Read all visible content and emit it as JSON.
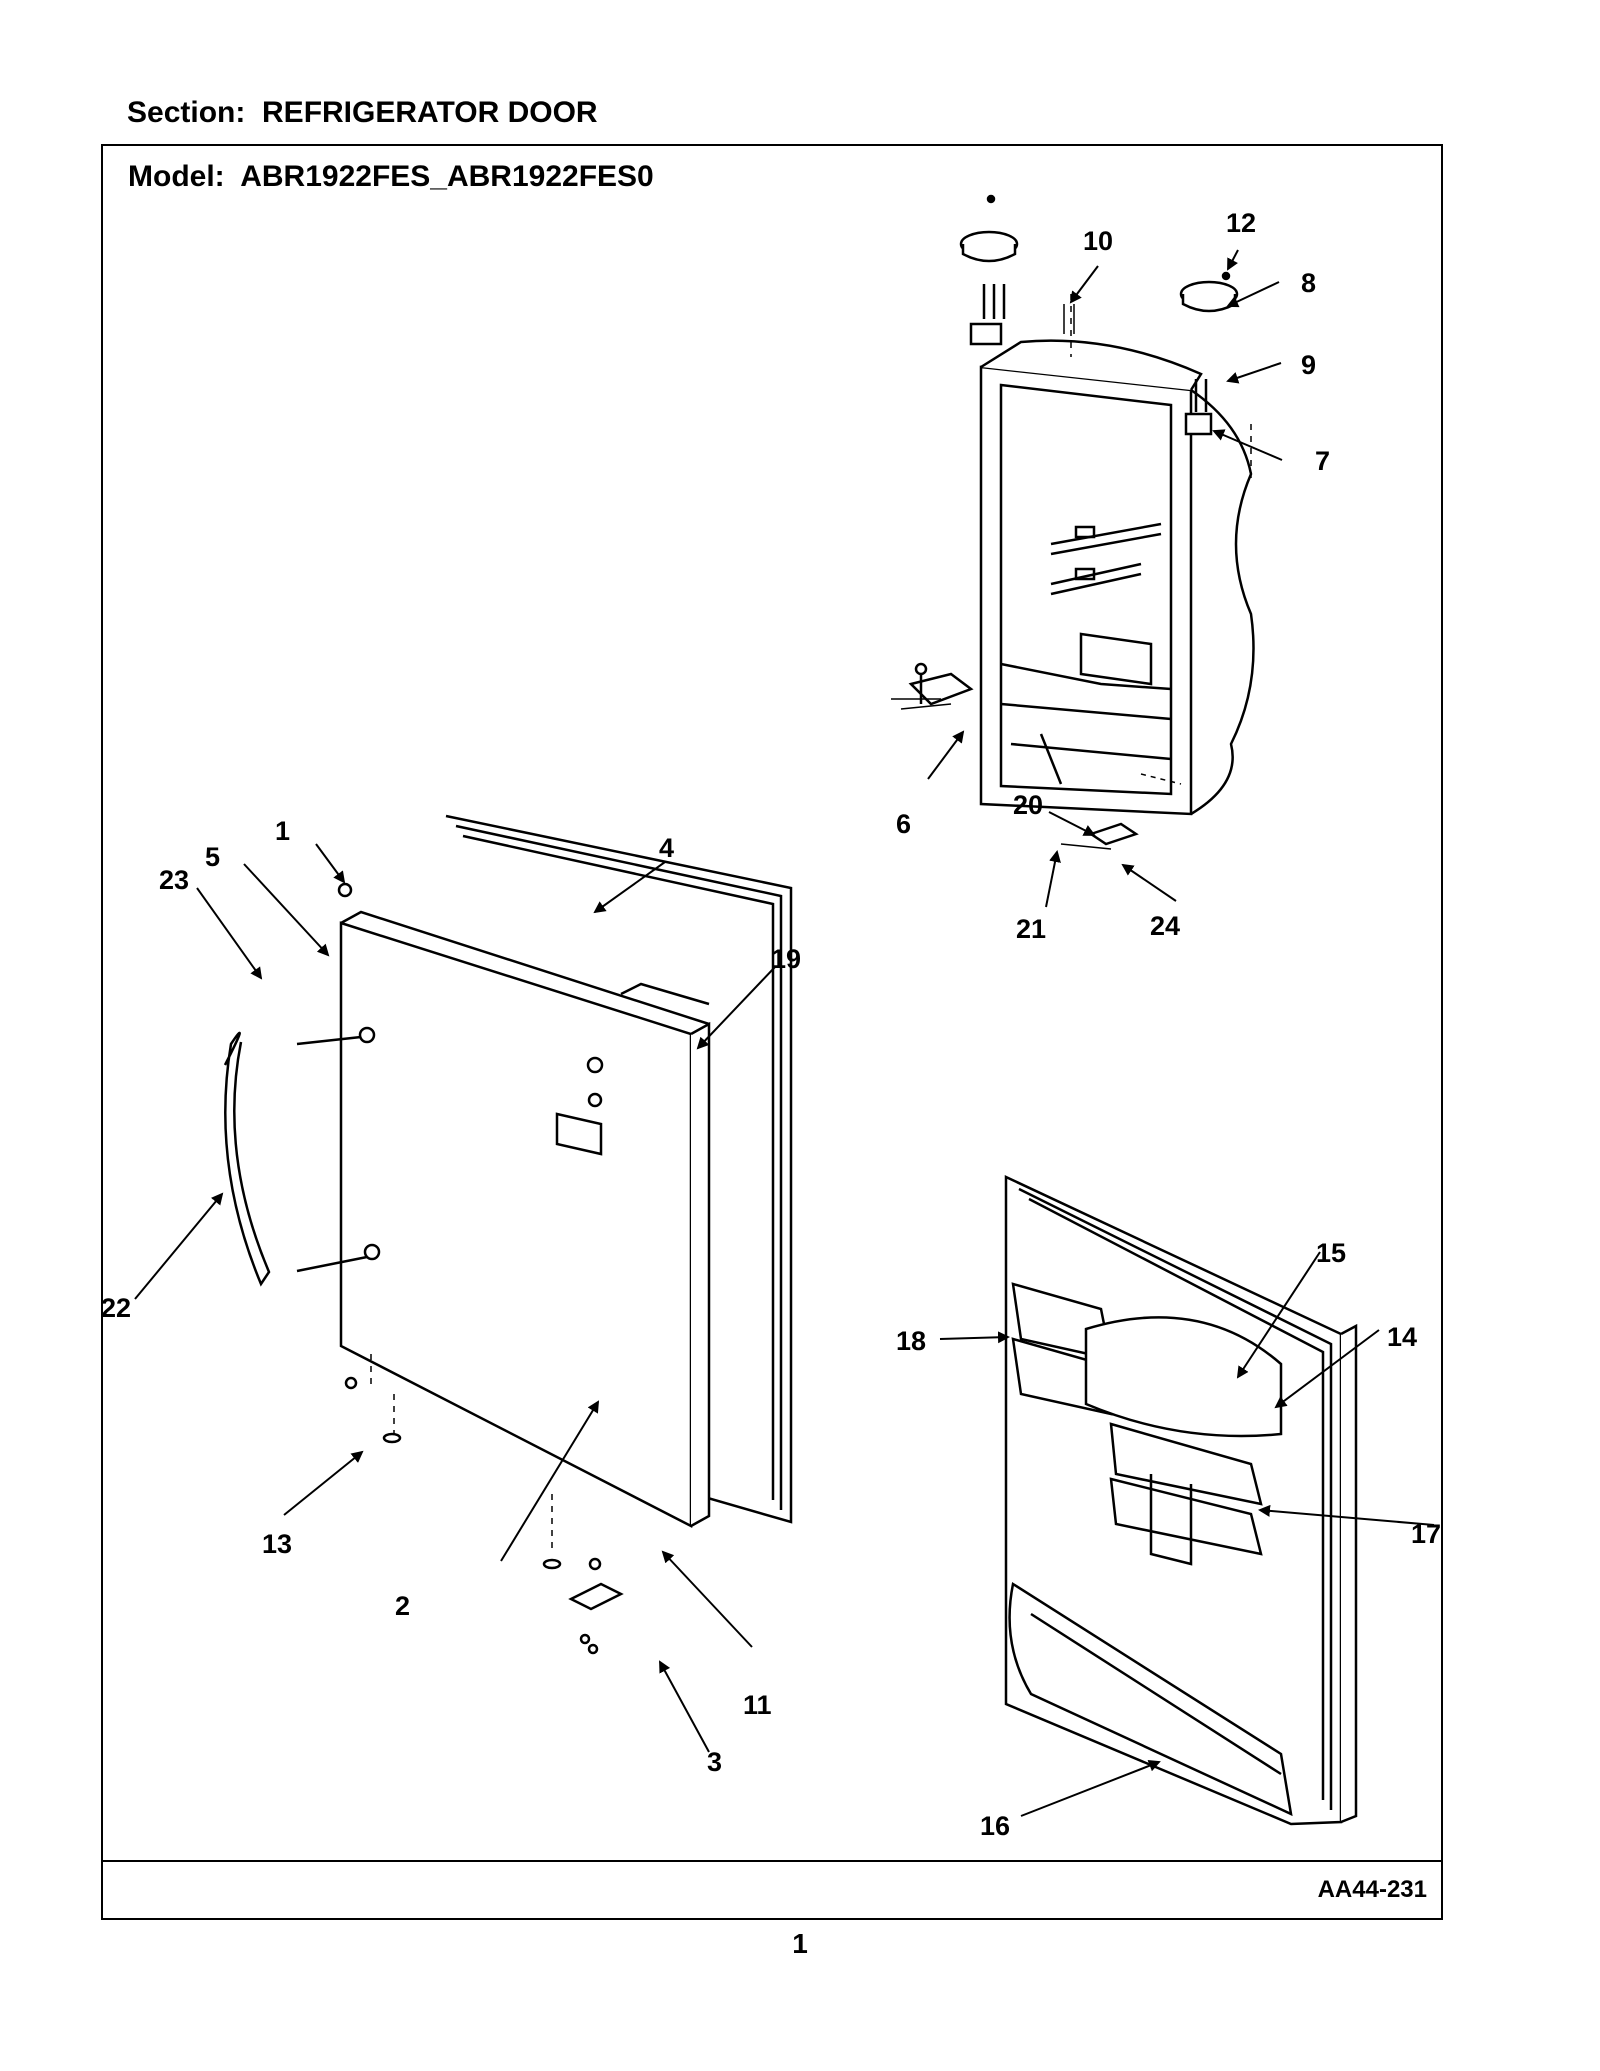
{
  "header": {
    "section_title": "Section:  REFRIGERATOR DOOR",
    "model_title": "Model:  ABR1922FES_ABR1922FES0"
  },
  "footer": {
    "drawing_code": "AA44-231",
    "page_number": "1"
  },
  "callouts": {
    "c1": "1",
    "c2": "2",
    "c3": "3",
    "c4": "4",
    "c5": "5",
    "c6": "6",
    "c7": "7",
    "c8": "8",
    "c9": "9",
    "c10": "10",
    "c11": "11",
    "c12": "12",
    "c13": "13",
    "c14": "14",
    "c15": "15",
    "c16": "16",
    "c17": "17",
    "c18": "18",
    "c19": "19",
    "c20": "20",
    "c21": "21",
    "c22": "22",
    "c23": "23",
    "c24": "24"
  }
}
